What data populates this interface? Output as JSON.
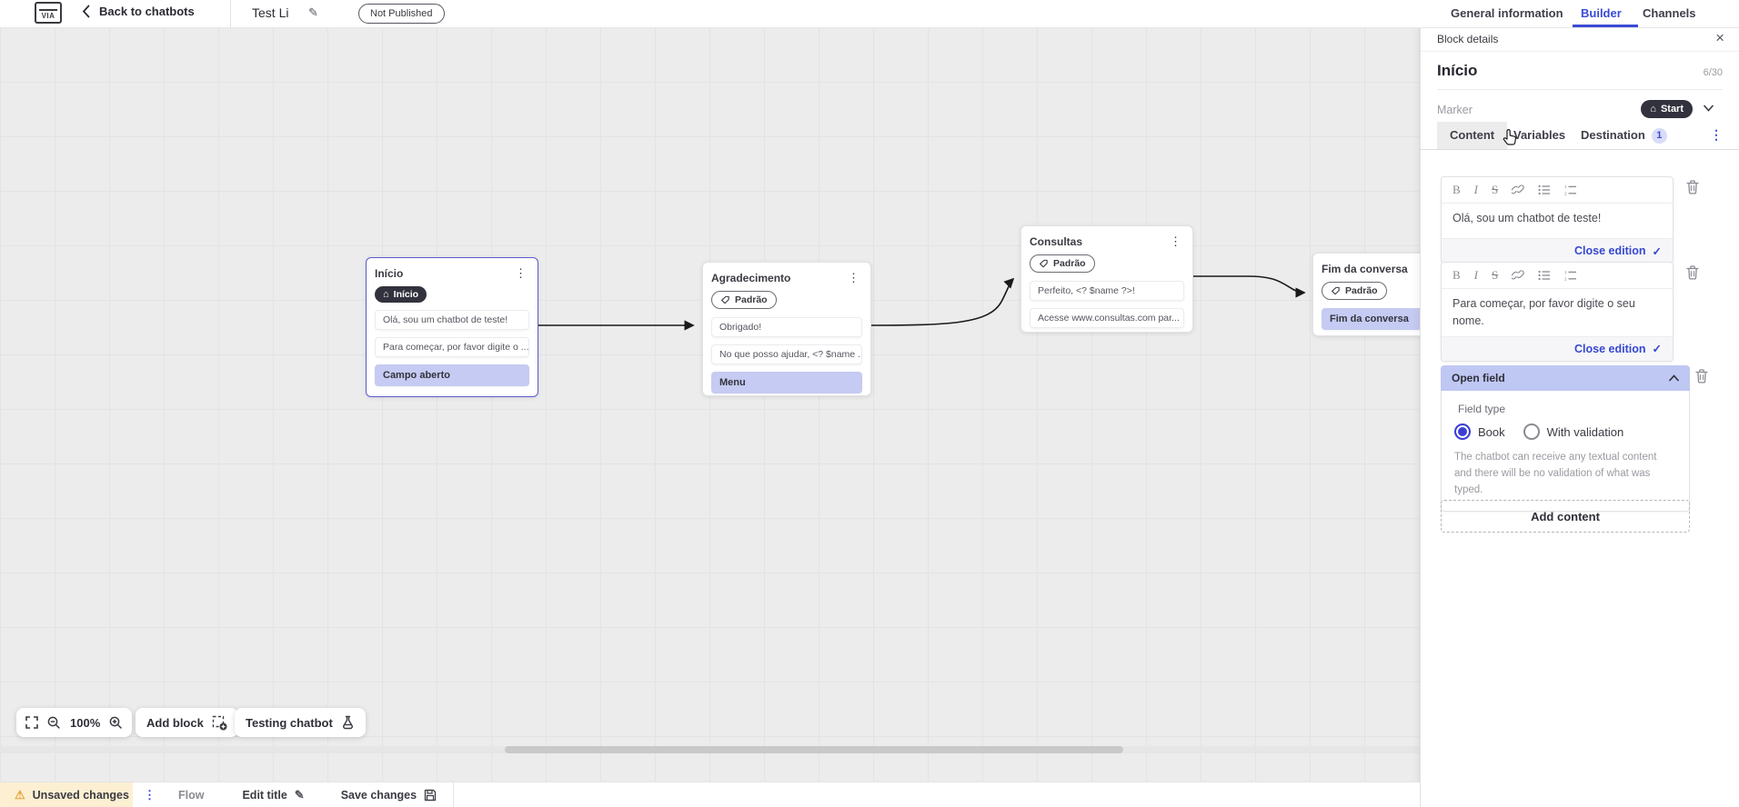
{
  "topbar": {
    "logo_text": "VIA",
    "back_label": "Back to chatbots",
    "title": "Test Li",
    "status_badge": "Not Published",
    "tabs": [
      {
        "label": "General information",
        "active": false
      },
      {
        "label": "Builder",
        "active": true
      },
      {
        "label": "Channels",
        "active": false
      }
    ]
  },
  "canvas": {
    "zoom_level": "100%",
    "add_block_label": "Add block",
    "testing_label": "Testing chatbot",
    "blocks": [
      {
        "title": "Início",
        "marker": "Início",
        "marker_style": "start",
        "selected": true,
        "rows": [
          {
            "text": "Olá, sou um chatbot de teste!",
            "type": "message"
          },
          {
            "text": "Para começar, por favor digite o ...",
            "type": "message"
          },
          {
            "text": "Campo aberto",
            "type": "action"
          }
        ]
      },
      {
        "title": "Agradecimento",
        "marker": "Padrão",
        "marker_style": "default",
        "selected": false,
        "rows": [
          {
            "text": "Obrigado!",
            "type": "message"
          },
          {
            "text": "No que posso ajudar, <? $name ...",
            "type": "message"
          },
          {
            "text": "Menu",
            "type": "action"
          }
        ]
      },
      {
        "title": "Consultas",
        "marker": "Padrão",
        "marker_style": "default",
        "selected": false,
        "rows": [
          {
            "text": "Perfeito, <? $name ?>!",
            "type": "message"
          },
          {
            "text": "Acesse www.consultas.com par...",
            "type": "message"
          }
        ]
      },
      {
        "title": "Fim da conversa",
        "marker": "Padrão",
        "marker_style": "default",
        "selected": false,
        "rows": [
          {
            "text": "Fim da conversa",
            "type": "action"
          }
        ]
      }
    ]
  },
  "panel": {
    "header": "Block details",
    "block_name": "Início",
    "char_count": "6/30",
    "marker_label": "Marker",
    "marker_value": "Start",
    "tabs": [
      {
        "label": "Content",
        "active": true
      },
      {
        "label": "Variables",
        "active": false
      },
      {
        "label": "Destination",
        "active": false,
        "badge": "1"
      }
    ],
    "toolbar": {
      "bold": "B",
      "italic": "I",
      "strike": "S"
    },
    "editors": [
      {
        "text": "Olá, sou um chatbot de teste!",
        "close_label": "Close edition"
      },
      {
        "text": "Para começar, por favor digite o seu nome.",
        "close_label": "Close edition"
      }
    ],
    "open_field": {
      "title": "Open field",
      "field_type_label": "Field type",
      "options": [
        {
          "label": "Book",
          "selected": true
        },
        {
          "label": "With validation",
          "selected": false
        }
      ],
      "description": "The chatbot can receive any textual content and there will be no validation of what was typed."
    },
    "add_content_label": "Add content"
  },
  "statusbar": {
    "unsaved": "Unsaved changes",
    "flow": "Flow",
    "edit_title": "Edit title",
    "save": "Save changes"
  },
  "icons": {
    "check": "✓",
    "vertical_dots": "⋮",
    "warning": "⚠",
    "close": "×",
    "pencil": "✎",
    "home": "⌂"
  },
  "colors": {
    "accent_blue": "#3b4ad6",
    "selected_border": "#5a5ad1",
    "lavender_row": "#c5cbf2",
    "open_field_header": "#bfc7f3",
    "dark_pill": "#32323e",
    "warning_bg": "#fcefd2",
    "warning_icon": "#e8a33d",
    "canvas_bg": "#ececec",
    "grid_line": "#e3e3e3",
    "text_dark": "#3a3a42",
    "text_gray": "#9a9aa2"
  }
}
